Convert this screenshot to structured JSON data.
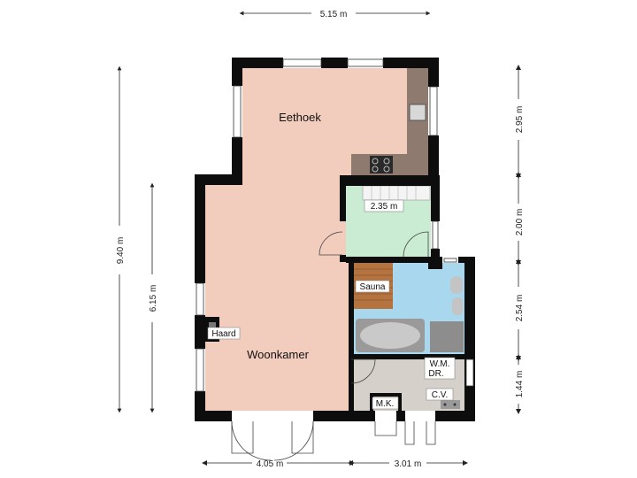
{
  "rooms": {
    "eethoek": "Eethoek",
    "woonkamer": "Woonkamer",
    "hall_dim": "2.35 m",
    "sauna": "Sauna",
    "haard": "Haard",
    "wm_dr_line1": "W.M.",
    "wm_dr_line2": "DR.",
    "cv": "C.V.",
    "mk": "M.K."
  },
  "dimensions": {
    "top": "5.15 m",
    "left_total": "9.40 m",
    "left_inner": "6.15 m",
    "right_1": "2.95 m",
    "right_2": "2.00 m",
    "right_3": "2.54 m",
    "right_4": "1.44 m",
    "bottom_1": "4.05 m",
    "bottom_2": "3.01 m"
  },
  "colors": {
    "living": "#f2cdbd",
    "hall": "#c9ecd2",
    "bath": "#a9d7ee",
    "utility": "#d6d0ca",
    "sauna": "#b5733f",
    "wall": "#0d0d0d",
    "fixture": "#8d8d8d"
  }
}
